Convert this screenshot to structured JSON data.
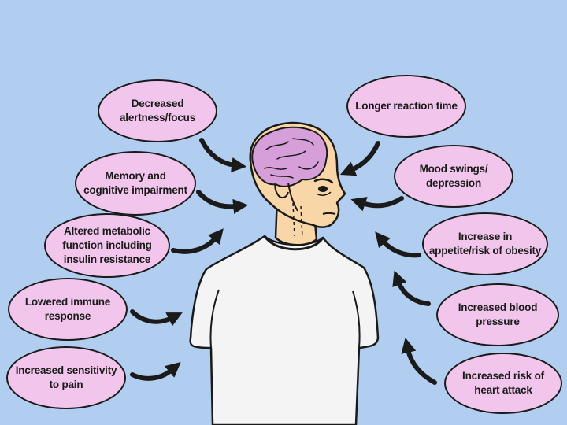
{
  "colors": {
    "background": "#b1cdef",
    "bubble_fill": "#f2c6ec",
    "skin": "#f8d6a7",
    "brain": "#d69fd9",
    "shirt": "#f4f4f4",
    "outline": "#1a1a1a"
  },
  "effects_left": [
    {
      "id": "decreased-alertness",
      "label": "Decreased alertness/focus"
    },
    {
      "id": "memory-impairment",
      "label": "Memory and cognitive impairment"
    },
    {
      "id": "altered-metabolic-function",
      "label": "Altered metabolic function including insulin resistance"
    },
    {
      "id": "lowered-immune-response",
      "label": "Lowered immune response"
    },
    {
      "id": "increased-pain-sensitivity",
      "label": "Increased sensitivity to pain"
    }
  ],
  "effects_right": [
    {
      "id": "longer-reaction-time",
      "label": "Longer reaction time"
    },
    {
      "id": "mood-swings",
      "label": "Mood swings/ depression"
    },
    {
      "id": "increased-appetite",
      "label": "Increase in appetite/risk of obesity"
    },
    {
      "id": "increased-blood-pressure",
      "label": "Increased blood pressure"
    },
    {
      "id": "heart-attack-risk",
      "label": "Increased risk of heart attack"
    }
  ]
}
